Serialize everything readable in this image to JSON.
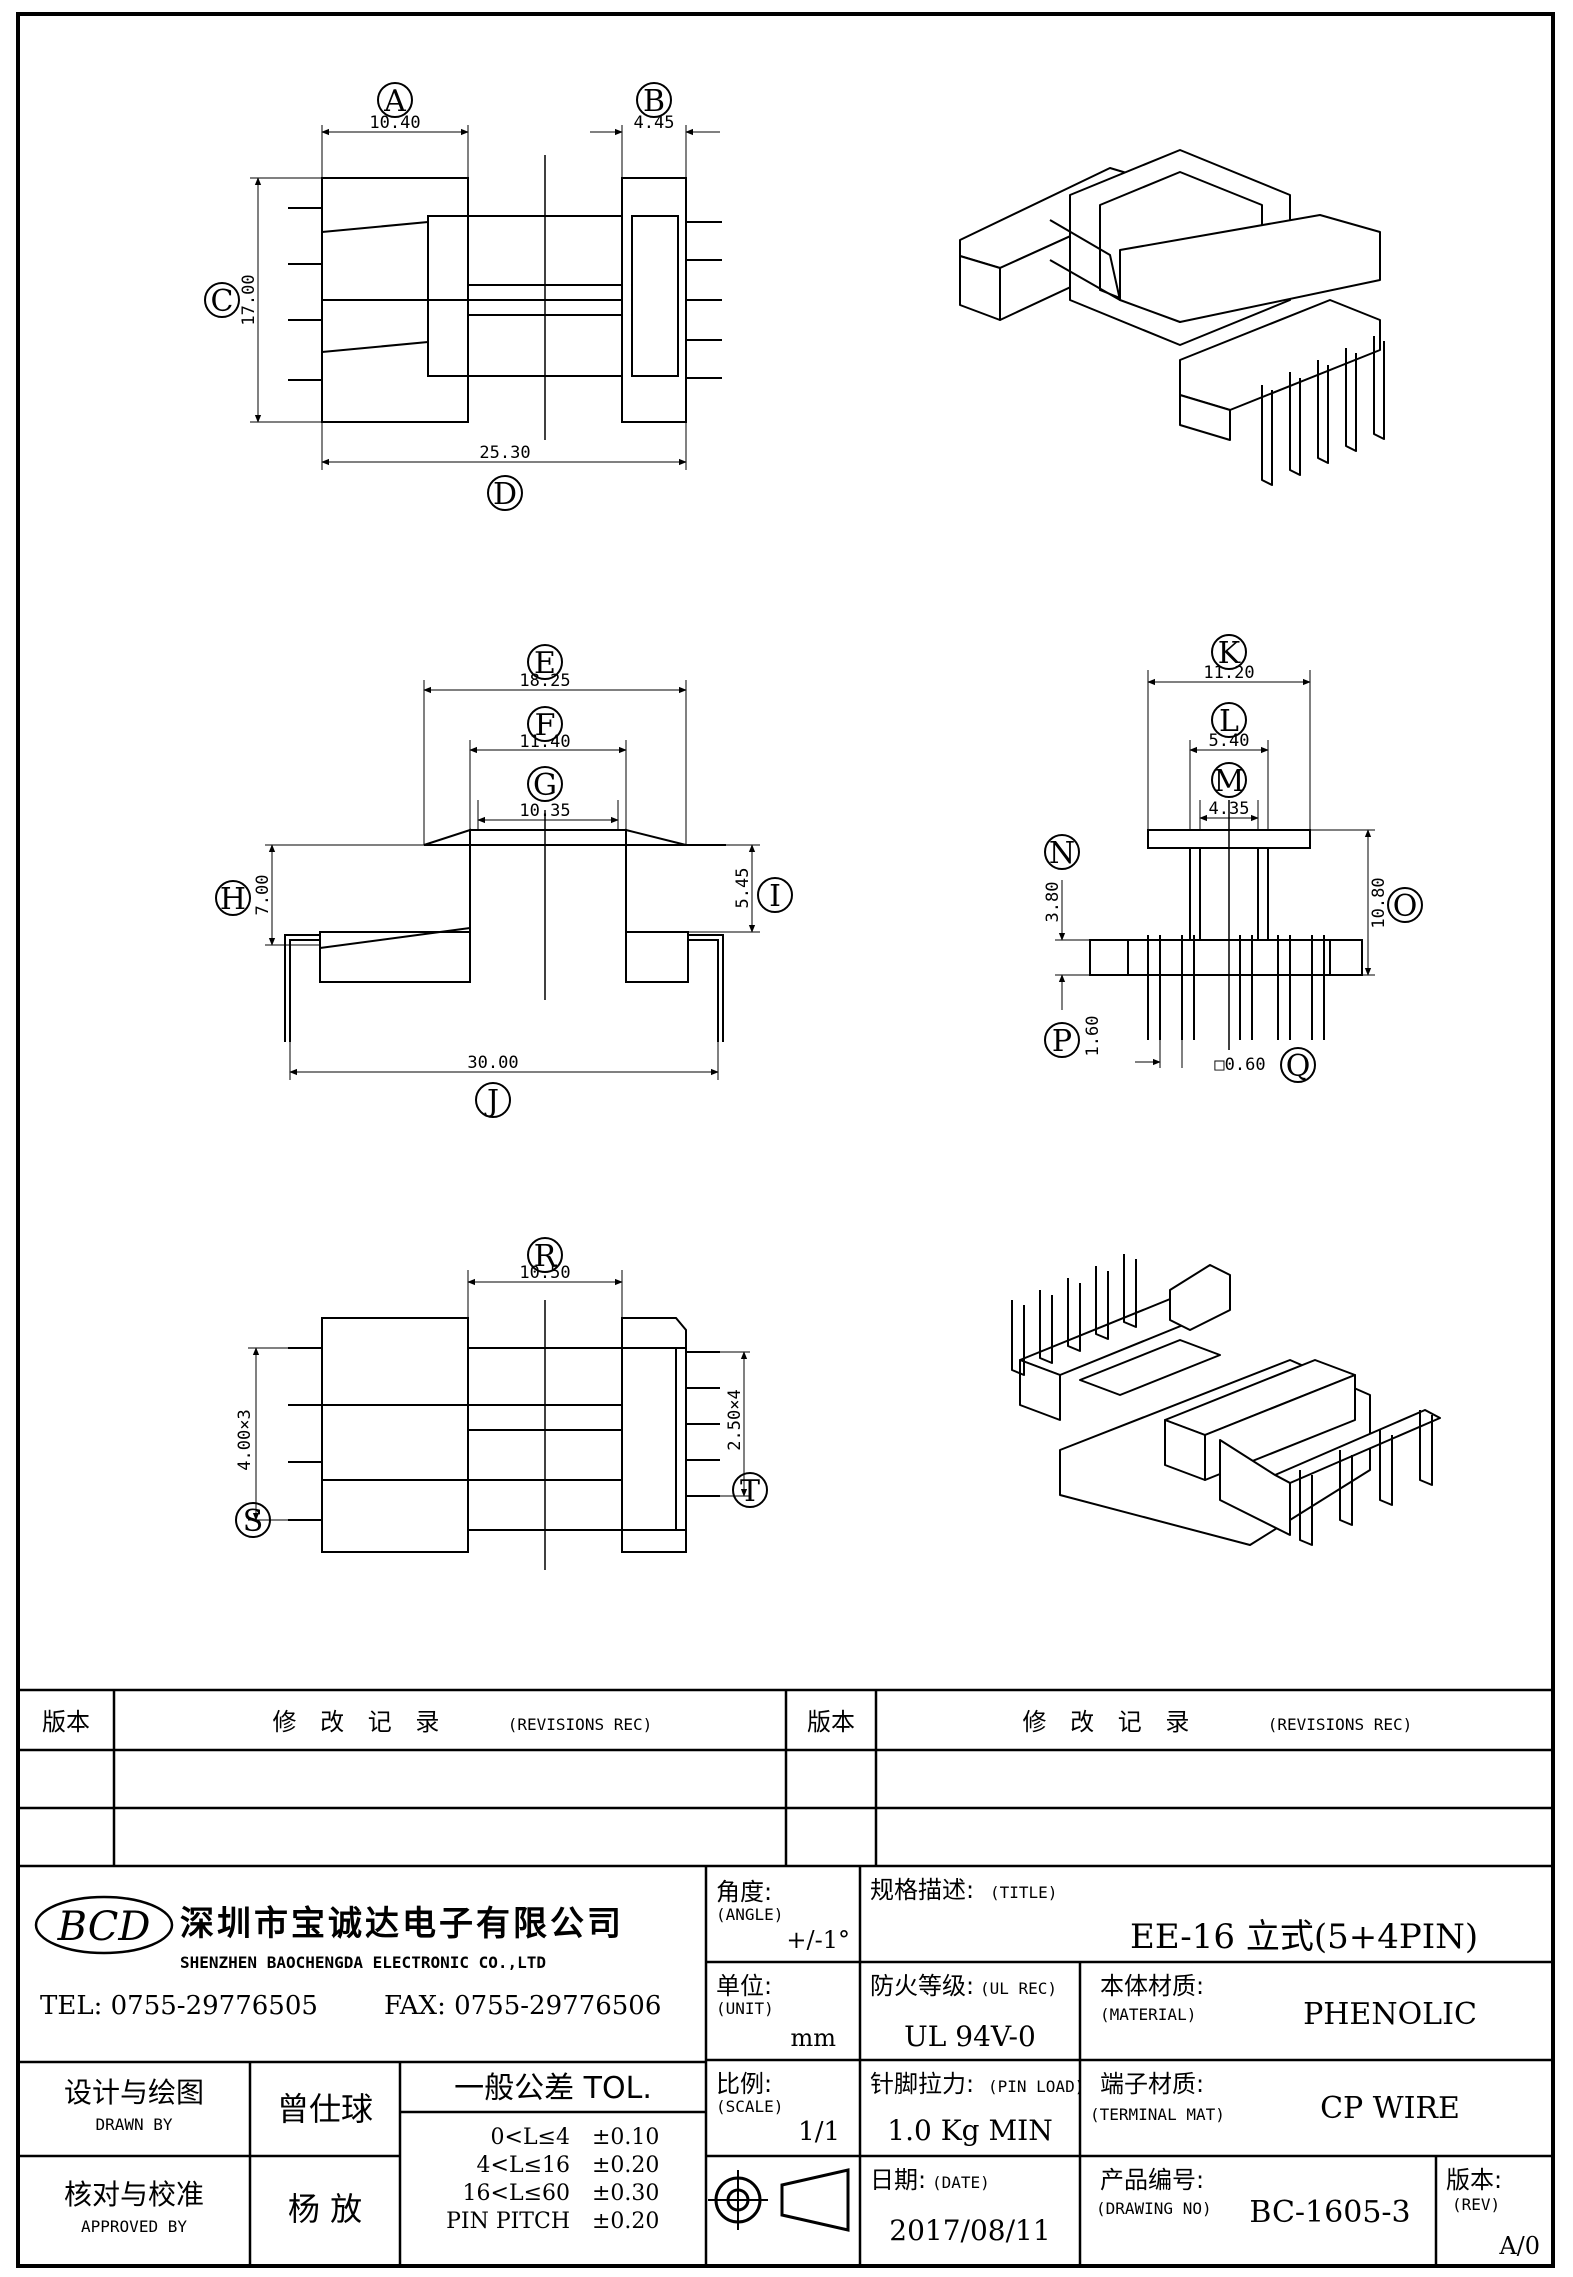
{
  "views": {
    "top": {
      "labels": [
        "A",
        "B",
        "C",
        "D"
      ],
      "dims": {
        "A": "10.40",
        "B": "4.45",
        "C": "17.00",
        "D": "25.30"
      }
    },
    "front": {
      "labels": [
        "E",
        "F",
        "G",
        "H",
        "I",
        "J"
      ],
      "dims": {
        "E": "18.25",
        "F": "11.40",
        "G": "10.35",
        "H": "7.00",
        "I": "5.45",
        "J": "30.00"
      }
    },
    "side": {
      "labels": [
        "K",
        "L",
        "M",
        "N",
        "O",
        "P",
        "Q"
      ],
      "dims": {
        "K": "11.20",
        "L": "5.40",
        "M": "4.35",
        "N": "3.80",
        "O": "10.80",
        "P": "1.60",
        "Q": "□0.60"
      }
    },
    "bottom": {
      "labels": [
        "R",
        "S",
        "T"
      ],
      "dims": {
        "R": "10.50",
        "S": "4.00×3",
        "T": "2.50×4"
      }
    }
  },
  "revisions": {
    "col_version": "版本",
    "col_record": "修 改 记 录",
    "col_record_en": "(REVISIONS REC)"
  },
  "company": {
    "logo": "BCD",
    "name_cn": "深圳市宝诚达电子有限公司",
    "name_en": "SHENZHEN BAOCHENGDA ELECTRONIC CO.,LTD",
    "tel": "TEL: 0755-29776505",
    "fax": "FAX: 0755-29776506"
  },
  "titleblock": {
    "angle_label": "角度:",
    "angle_en": "(ANGLE)",
    "angle_value": "+/-1°",
    "unit_label": "单位:",
    "unit_en": "(UNIT)",
    "unit_value": "mm",
    "scale_label": "比例:",
    "scale_en": "(SCALE)",
    "scale_value": "1/1",
    "title_label": "规格描述:",
    "title_en": "(TITLE)",
    "title_value": "EE-16 立式(5+4PIN)",
    "ul_label": "防火等级:",
    "ul_en": "(UL REC)",
    "ul_value": "UL 94V-0",
    "material_label": "本体材质:",
    "material_en": "(MATERIAL)",
    "material_value": "PHENOLIC",
    "pinload_label": "针脚拉力:",
    "pinload_en": "(PIN LOAD)",
    "pinload_value": "1.0 Kg MIN",
    "terminal_label": "端子材质:",
    "terminal_en": "(TERMINAL MAT)",
    "terminal_value": "CP WIRE",
    "date_label": "日期:",
    "date_en": "(DATE)",
    "date_value": "2017/08/11",
    "drawing_label": "产品编号:",
    "drawing_en": "(DRAWING NO)",
    "drawing_value": "BC-1605-3",
    "rev_label": "版本:",
    "rev_en": "(REV)",
    "rev_value": "A/0",
    "drawn_label": "设计与绘图",
    "drawn_en": "DRAWN BY",
    "drawn_value": "曾仕球",
    "approved_label": "核对与校准",
    "approved_en": "APPROVED BY",
    "approved_value": "杨  放",
    "tol_title": "一般公差 TOL.",
    "tol_rows": [
      {
        "range": "0<L≤4",
        "tol": "±0.10"
      },
      {
        "range": "4<L≤16",
        "tol": "±0.20"
      },
      {
        "range": "16<L≤60",
        "tol": "±0.30"
      },
      {
        "range": "PIN PITCH",
        "tol": "±0.20"
      }
    ]
  }
}
